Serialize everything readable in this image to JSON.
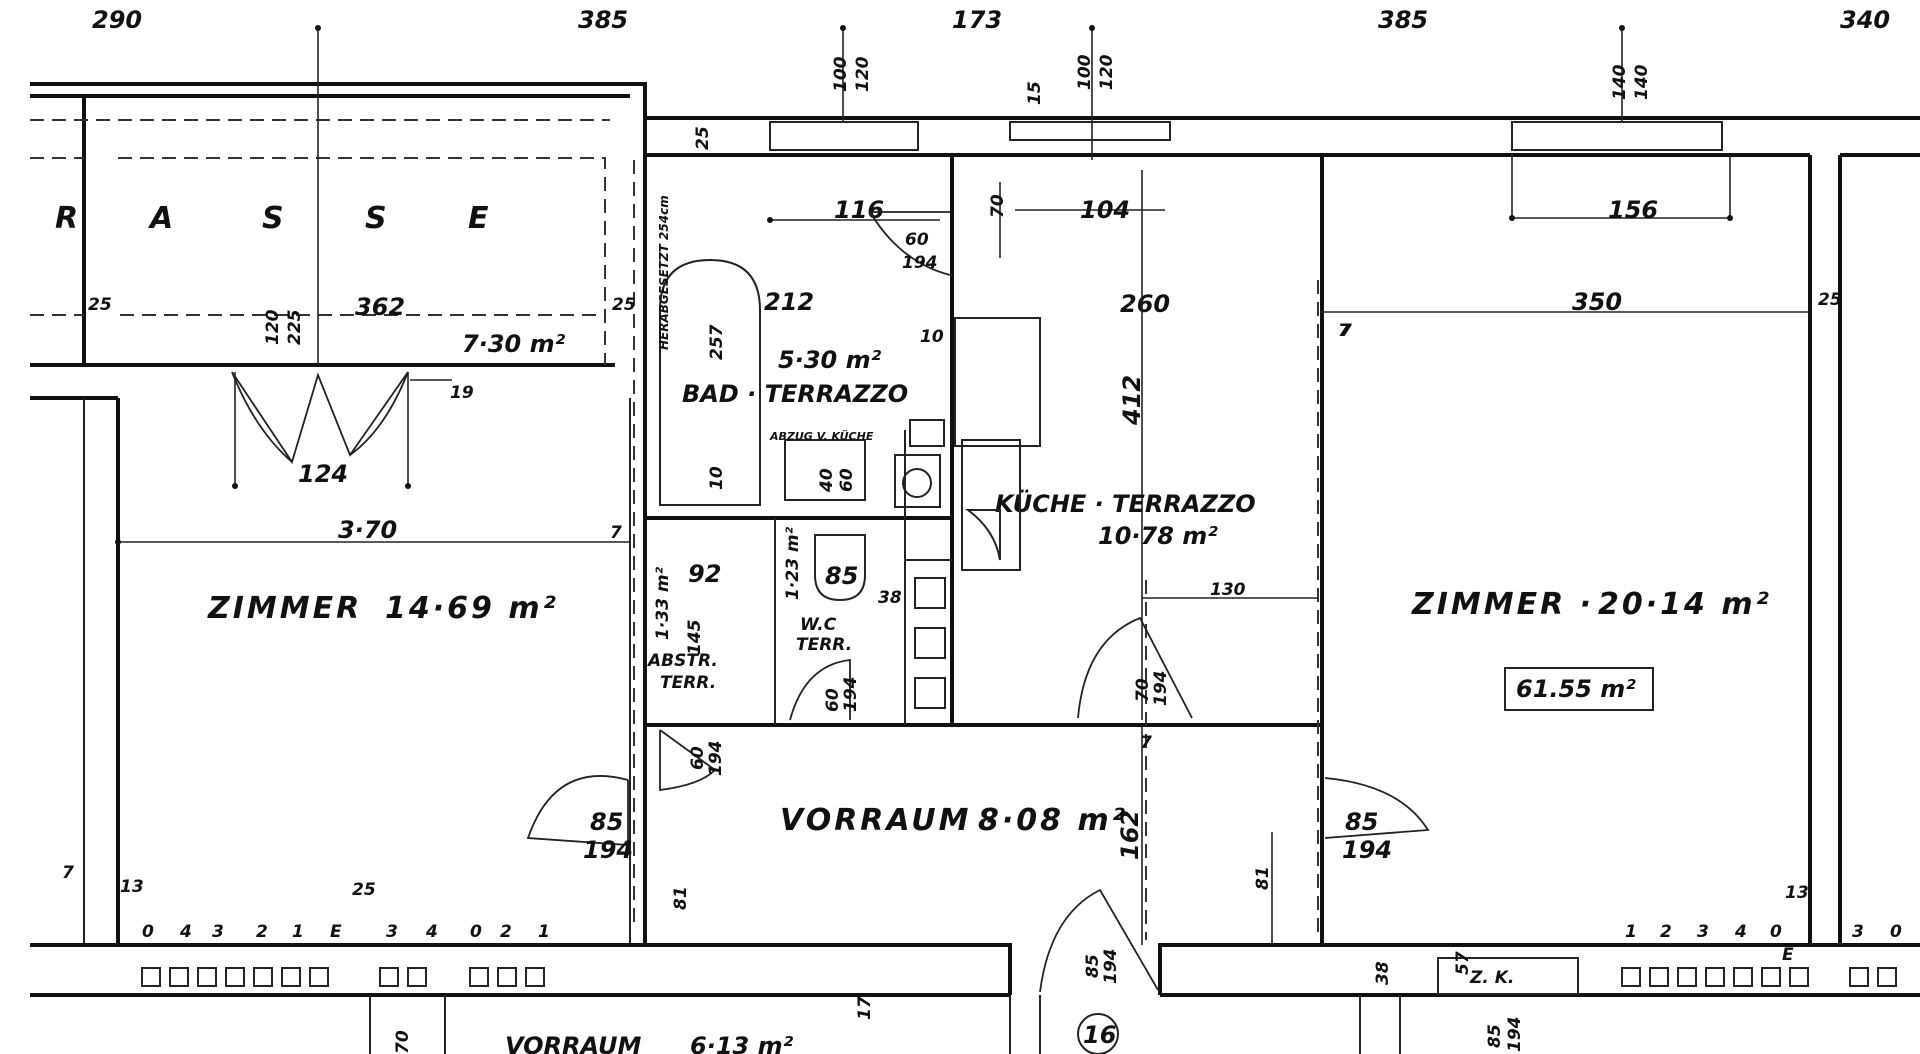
{
  "top_dimensions": [
    "290",
    "385",
    "173",
    "385",
    "340"
  ],
  "terrace": {
    "letters": [
      "R",
      "A",
      "S",
      "S",
      "E"
    ],
    "width": "362",
    "area": "7·30 m²",
    "side_left": "25",
    "side_right": "25",
    "vert_a": "120",
    "vert_b": "225",
    "door_width": "124",
    "door_depth": "19"
  },
  "window_marks": {
    "bath_a": "100",
    "bath_b": "120",
    "kitchen_a": "100",
    "kitchen_b": "120",
    "kitchen_c": "15",
    "room_right_a": "140",
    "room_right_b": "140"
  },
  "bath": {
    "name": "BAD · TERRAZZO",
    "area": "5·30 m²",
    "width": "212",
    "window": "116",
    "tub_length": "257",
    "wall_note": "HERABGESETZT 254cm",
    "wall_top": "25",
    "door_a": "60",
    "door_b": "194",
    "wall_right": "10",
    "lift_note": "ABZUG V. KÜCHE",
    "duct_a": "40",
    "duct_b": "60",
    "tub_wall": "10"
  },
  "kitchen": {
    "name": "KÜCHE · TERRAZZO",
    "area": "10·78 m²",
    "width": "260",
    "window": "104",
    "window_side": "70",
    "depth": "412",
    "counter": "130",
    "door_a": "70",
    "door_b": "194",
    "wall": "7"
  },
  "room_left": {
    "name": "ZIMMER",
    "area": "14·69 m²",
    "width": "3·70",
    "wall": "7",
    "door_a": "85",
    "door_b": "194",
    "sill_a": "13",
    "sill_b": "25",
    "side": "7"
  },
  "room_right": {
    "name": "ZIMMER ·",
    "area": "20·14 m²",
    "width": "350",
    "window": "156",
    "wall_left": "7",
    "wall_right": "25",
    "door_a": "85",
    "door_b": "194",
    "sill": "13",
    "height_mark": "81",
    "total_area": "61.55 m²"
  },
  "abstell": {
    "name_a": "ABSTR.",
    "name_b": "TERR.",
    "width": "92",
    "height": "145",
    "area": "1·33 m²"
  },
  "wc": {
    "name_a": "W.C",
    "name_b": "TERR.",
    "width": "85",
    "area": "1·23 m²",
    "side": "38",
    "door_a": "60",
    "door_b": "194"
  },
  "vorraum": {
    "name": "VORRAUM ·",
    "area": "8·08 m²",
    "depth": "162",
    "height": "81",
    "door_a": "60",
    "door_b": "194",
    "entry_a": "85",
    "entry_b": "194",
    "wall": "7"
  },
  "scale_left": [
    "0",
    "4",
    "3",
    "2",
    "1",
    "E",
    "3",
    "4",
    "0",
    "2",
    "1"
  ],
  "scale_right": [
    "1",
    "2",
    "3",
    "4",
    "0",
    "3",
    "0",
    "E"
  ],
  "bottom": {
    "vorraum_lower": "VORRAUM",
    "vorraum_lower_area": "6·13 m²",
    "unit_number": "16",
    "zk_label": "Z. K.",
    "zk_a": "57",
    "zk_b": "85",
    "zk_c": "194",
    "mark_a": "17",
    "mark_b": "38",
    "mark_c": "70"
  }
}
